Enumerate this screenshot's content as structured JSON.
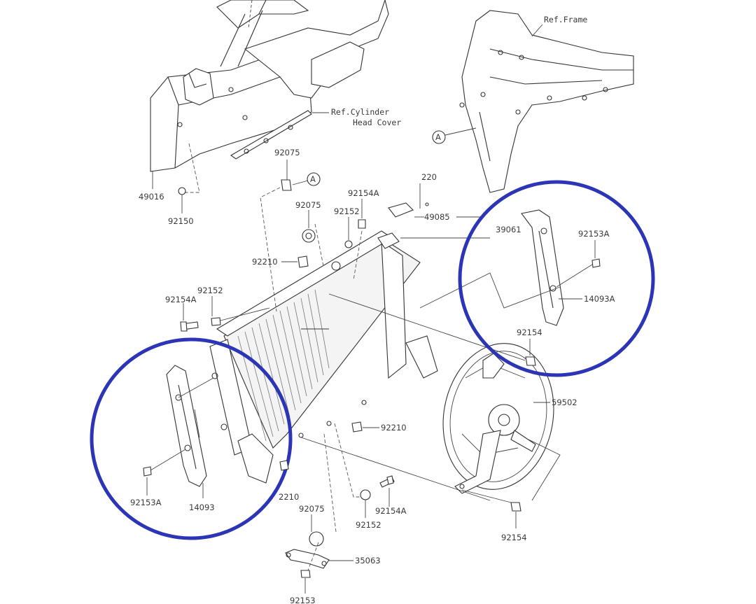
{
  "references": {
    "frame": "Ref.Frame",
    "cylinder_head_cover_line1": "Ref.Cylinder",
    "cylinder_head_cover_line2": "Head Cover"
  },
  "marker_letter": "A",
  "part_numbers": {
    "p49016": "49016",
    "p92150": "92150",
    "p92075_top": "92075",
    "p92075_mid": "92075",
    "p92075_bottom": "92075",
    "p92154A_top": "92154A",
    "p92152_top": "92152",
    "p220": "220",
    "p49085": "49085",
    "p39061": "39061",
    "p92210_top": "92210",
    "p92152_left": "92152",
    "p92154A_left": "92154A",
    "p92153A_right": "92153A",
    "p14093A": "14093A",
    "p92154_right": "92154",
    "p59502": "59502",
    "p92210_mid": "92210",
    "p92153A_left": "92153A",
    "p14093": "14093",
    "p92210_bottom": "2210",
    "p92152_bottom": "92152",
    "p92154A_bottom": "92154A",
    "p92154_bottom": "92154",
    "p35063": "35063",
    "p92153": "92153"
  },
  "colors": {
    "highlight_circle": "#2b35b5",
    "line": "#333333",
    "label": "#3a3a3a"
  }
}
